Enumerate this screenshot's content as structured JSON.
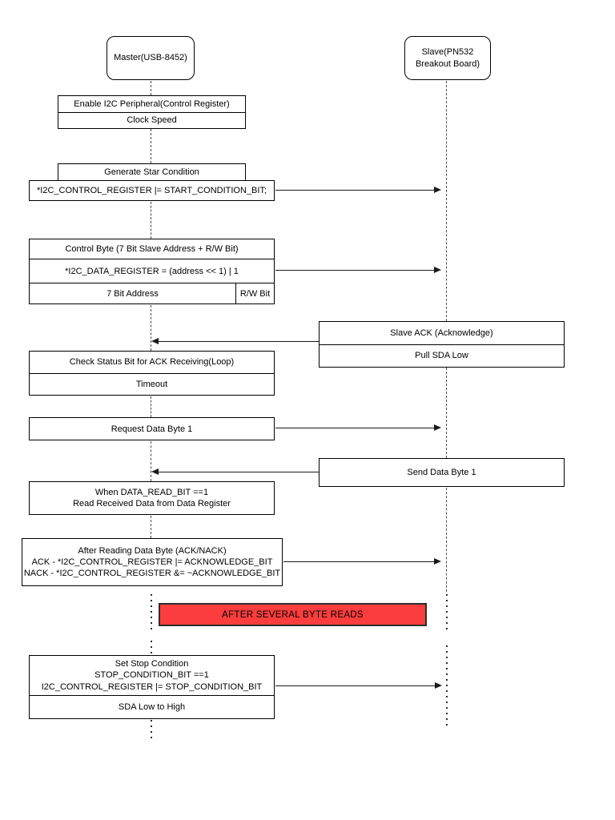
{
  "diagram": {
    "title_hint": "I2C Master/Slave read sequence",
    "actors": {
      "master": "Master(USB-8452)",
      "slave_line1": "Slave(PN532",
      "slave_line2": "Breakout Board)"
    },
    "boxes": {
      "enable": {
        "row1": "Enable I2C Peripheral(Control Register)",
        "row2": "Clock Speed"
      },
      "start_condition": {
        "title": "Generate Star Condition",
        "code": "*I2C_CONTROL_REGISTER |= START_CONDITION_BIT;"
      },
      "control_byte": {
        "row1": "Control Byte (7 Bit Slave Address + R/W Bit)",
        "row2": "*I2C_DATA_REGISTER = (address << 1) | 1",
        "cell_left": "7 Bit Address",
        "cell_right": "R/W Bit"
      },
      "slave_ack": {
        "row1": "Slave ACK (Acknowledge)",
        "row2": "Pull SDA Low"
      },
      "check_status": {
        "row1": "Check Status Bit for ACK Receiving(Loop)",
        "row2": "Timeout"
      },
      "request_byte": {
        "label": "Request Data Byte 1"
      },
      "send_byte": {
        "label": "Send Data Byte 1"
      },
      "read_data": {
        "line1": "When DATA_READ_BIT ==1",
        "line2": "Read Received Data from Data Register"
      },
      "ack_nack": {
        "line1": "After Reading Data Byte (ACK/NACK)",
        "line2": "ACK - *I2C_CONTROL_REGISTER |= ACKNOWLEDGE_BIT",
        "line3": "NACK - *I2C_CONTROL_REGISTER &= ~ACKNOWLEDGE_BIT"
      },
      "banner": {
        "label": "AFTER SEVERAL BYTE READS"
      },
      "stop_condition": {
        "line1": "Set Stop Condition",
        "line2": "STOP_CONDITION_BIT ==1",
        "line3": "I2C_CONTROL_REGISTER |= STOP_CONDITION_BIT",
        "row2": "SDA Low to High"
      }
    },
    "colors": {
      "banner_red": "#fc3d3d",
      "stroke": "#000000",
      "background": "#ffffff"
    }
  }
}
